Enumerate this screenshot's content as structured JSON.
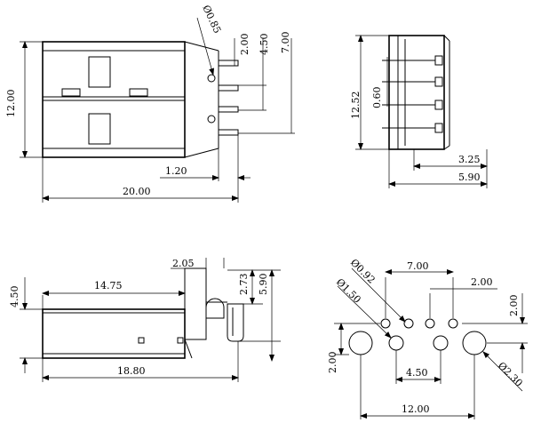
{
  "views": {
    "top": {
      "dims": {
        "hole_dia": "Ø0.85",
        "pitch_a": "2.00",
        "pitch_b": "4.50",
        "pitch_c": "7.00",
        "height": "12.00",
        "tail": "1.20",
        "length": "20.00"
      }
    },
    "end": {
      "dims": {
        "height": "12.52",
        "pin_w": "0.60",
        "depth_a": "3.25",
        "depth_b": "5.90"
      }
    },
    "side": {
      "dims": {
        "height": "4.50",
        "body": "14.75",
        "tab": "2.05",
        "offset_a": "2.73",
        "offset_b": "5.90",
        "length": "18.80"
      }
    },
    "footprint": {
      "dims": {
        "small_hole": "Ø0.92",
        "large_hole": "Ø1.50",
        "pitch_outer": "7.00",
        "pitch_pin": "2.00",
        "row_gap": "2.00",
        "row_gap_left": "2.00",
        "pitch_inner": "4.50",
        "mount_hole": "Ø2.30",
        "width": "12.00"
      }
    }
  }
}
